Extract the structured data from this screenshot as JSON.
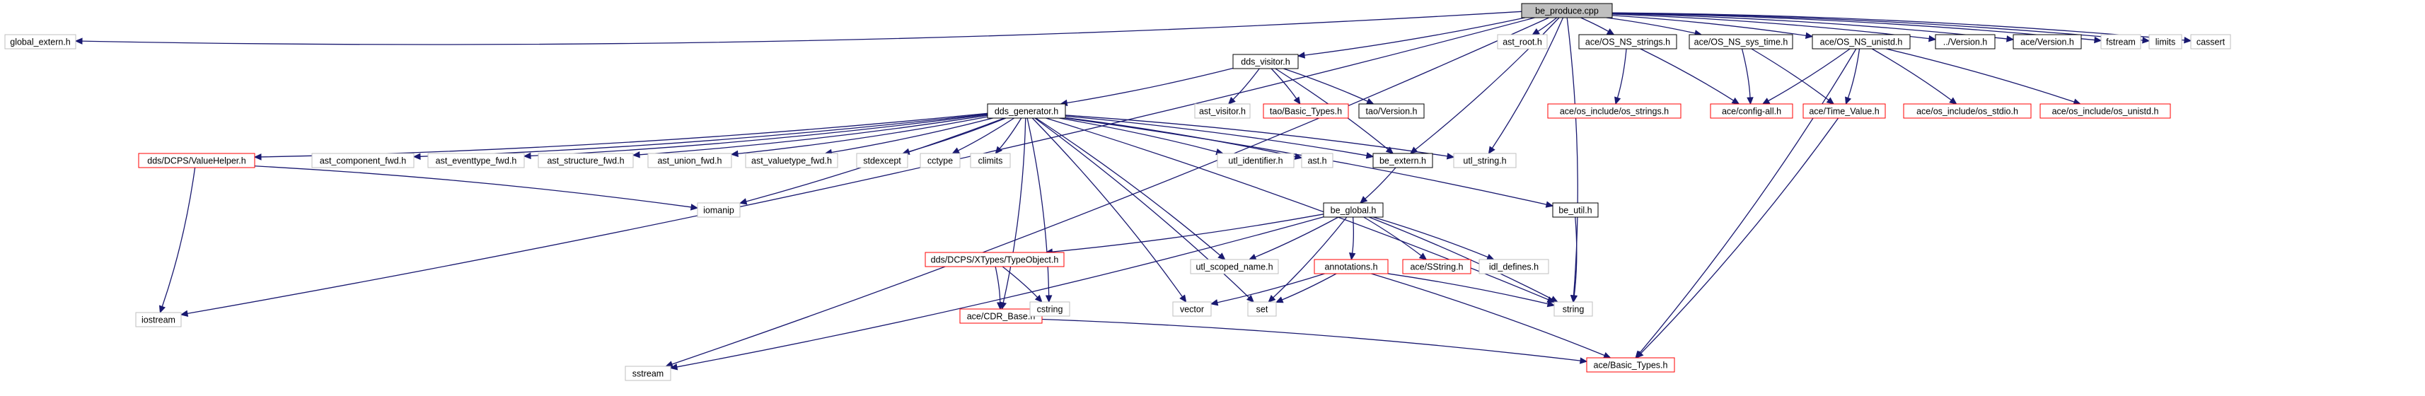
{
  "graph": {
    "title": "be_produce.cpp",
    "colors": {
      "edge": "#191970",
      "root_fill": "#bfbfbf",
      "border_black": "#000000",
      "border_red": "#ff0000",
      "border_gray": "#bfbfbf"
    },
    "nodes": [
      {
        "id": "root",
        "label": "be_produce.cpp",
        "style": "root"
      },
      {
        "id": "global_extern",
        "label": "global_extern.h",
        "style": "gray"
      },
      {
        "id": "iostream",
        "label": "iostream",
        "style": "gray"
      },
      {
        "id": "sstream",
        "label": "sstream",
        "style": "gray"
      },
      {
        "id": "dds_visitor",
        "label": "dds_visitor.h",
        "style": "black"
      },
      {
        "id": "ast_root",
        "label": "ast_root.h",
        "style": "gray"
      },
      {
        "id": "os_ns_strings",
        "label": "ace/OS_NS_strings.h",
        "style": "black"
      },
      {
        "id": "os_ns_sys_time",
        "label": "ace/OS_NS_sys_time.h",
        "style": "black"
      },
      {
        "id": "os_ns_unistd",
        "label": "ace/OS_NS_unistd.h",
        "style": "black"
      },
      {
        "id": "dotdot_version",
        "label": "../Version.h",
        "style": "black"
      },
      {
        "id": "ace_version",
        "label": "ace/Version.h",
        "style": "black"
      },
      {
        "id": "fstream",
        "label": "fstream",
        "style": "gray"
      },
      {
        "id": "limits",
        "label": "limits",
        "style": "gray"
      },
      {
        "id": "cassert",
        "label": "cassert",
        "style": "gray"
      },
      {
        "id": "dds_generator",
        "label": "dds_generator.h",
        "style": "black"
      },
      {
        "id": "ast_visitor",
        "label": "ast_visitor.h",
        "style": "gray"
      },
      {
        "id": "tao_basic_types",
        "label": "tao/Basic_Types.h",
        "style": "red"
      },
      {
        "id": "tao_version",
        "label": "tao/Version.h",
        "style": "black"
      },
      {
        "id": "os_include_strings",
        "label": "ace/os_include/os_strings.h",
        "style": "red"
      },
      {
        "id": "config_all",
        "label": "ace/config-all.h",
        "style": "red"
      },
      {
        "id": "time_value",
        "label": "ace/Time_Value.h",
        "style": "red"
      },
      {
        "id": "os_include_stdio",
        "label": "ace/os_include/os_stdio.h",
        "style": "red"
      },
      {
        "id": "os_include_unistd",
        "label": "ace/os_include/os_unistd.h",
        "style": "red"
      },
      {
        "id": "valuehelper",
        "label": "dds/DCPS/ValueHelper.h",
        "style": "red"
      },
      {
        "id": "ast_component_fwd",
        "label": "ast_component_fwd.h",
        "style": "gray"
      },
      {
        "id": "ast_eventtype_fwd",
        "label": "ast_eventtype_fwd.h",
        "style": "gray"
      },
      {
        "id": "ast_structure_fwd",
        "label": "ast_structure_fwd.h",
        "style": "gray"
      },
      {
        "id": "ast_union_fwd",
        "label": "ast_union_fwd.h",
        "style": "gray"
      },
      {
        "id": "ast_valuetype_fwd",
        "label": "ast_valuetype_fwd.h",
        "style": "gray"
      },
      {
        "id": "stdexcept",
        "label": "stdexcept",
        "style": "gray"
      },
      {
        "id": "cctype",
        "label": "cctype",
        "style": "gray"
      },
      {
        "id": "climits",
        "label": "climits",
        "style": "gray"
      },
      {
        "id": "utl_identifier",
        "label": "utl_identifier.h",
        "style": "gray"
      },
      {
        "id": "ast_h",
        "label": "ast.h",
        "style": "gray"
      },
      {
        "id": "be_extern",
        "label": "be_extern.h",
        "style": "black"
      },
      {
        "id": "utl_string",
        "label": "utl_string.h",
        "style": "gray"
      },
      {
        "id": "iomanip",
        "label": "iomanip",
        "style": "gray"
      },
      {
        "id": "be_util",
        "label": "be_util.h",
        "style": "black"
      },
      {
        "id": "be_global",
        "label": "be_global.h",
        "style": "black"
      },
      {
        "id": "typeobject",
        "label": "dds/DCPS/XTypes/TypeObject.h",
        "style": "red"
      },
      {
        "id": "utl_scoped_name",
        "label": "utl_scoped_name.h",
        "style": "gray"
      },
      {
        "id": "annotations",
        "label": "annotations.h",
        "style": "red"
      },
      {
        "id": "sstring",
        "label": "ace/SString.h",
        "style": "red"
      },
      {
        "id": "idl_defines",
        "label": "idl_defines.h",
        "style": "gray"
      },
      {
        "id": "string",
        "label": "string",
        "style": "gray"
      },
      {
        "id": "cdr_base",
        "label": "ace/CDR_Base.h",
        "style": "red"
      },
      {
        "id": "cstring",
        "label": "cstring",
        "style": "gray"
      },
      {
        "id": "vector",
        "label": "vector",
        "style": "gray"
      },
      {
        "id": "set",
        "label": "set",
        "style": "gray"
      },
      {
        "id": "ace_basic_types",
        "label": "ace/Basic_Types.h",
        "style": "red"
      }
    ],
    "edges": [
      [
        "root",
        "global_extern"
      ],
      [
        "root",
        "iostream"
      ],
      [
        "root",
        "sstream"
      ],
      [
        "root",
        "dds_visitor"
      ],
      [
        "root",
        "be_extern"
      ],
      [
        "root",
        "string"
      ],
      [
        "root",
        "ast_root"
      ],
      [
        "root",
        "os_ns_strings"
      ],
      [
        "root",
        "os_ns_sys_time"
      ],
      [
        "root",
        "os_ns_unistd"
      ],
      [
        "root",
        "dotdot_version"
      ],
      [
        "root",
        "ace_version"
      ],
      [
        "root",
        "fstream"
      ],
      [
        "root",
        "limits"
      ],
      [
        "root",
        "cassert"
      ],
      [
        "root",
        "utl_string"
      ],
      [
        "dds_visitor",
        "dds_generator"
      ],
      [
        "dds_visitor",
        "ast_visitor"
      ],
      [
        "dds_visitor",
        "tao_basic_types"
      ],
      [
        "dds_visitor",
        "tao_version"
      ],
      [
        "dds_visitor",
        "be_extern"
      ],
      [
        "os_ns_strings",
        "os_include_strings"
      ],
      [
        "os_ns_strings",
        "config_all"
      ],
      [
        "os_ns_sys_time",
        "config_all"
      ],
      [
        "os_ns_sys_time",
        "time_value"
      ],
      [
        "os_ns_unistd",
        "config_all"
      ],
      [
        "os_ns_unistd",
        "time_value"
      ],
      [
        "os_ns_unistd",
        "os_include_stdio"
      ],
      [
        "os_ns_unistd",
        "os_include_unistd"
      ],
      [
        "os_ns_unistd",
        "ace_basic_types"
      ],
      [
        "dds_generator",
        "valuehelper"
      ],
      [
        "dds_generator",
        "ast_component_fwd"
      ],
      [
        "dds_generator",
        "ast_eventtype_fwd"
      ],
      [
        "dds_generator",
        "ast_structure_fwd"
      ],
      [
        "dds_generator",
        "ast_union_fwd"
      ],
      [
        "dds_generator",
        "ast_valuetype_fwd"
      ],
      [
        "dds_generator",
        "stdexcept"
      ],
      [
        "dds_generator",
        "cctype"
      ],
      [
        "dds_generator",
        "climits"
      ],
      [
        "dds_generator",
        "utl_identifier"
      ],
      [
        "dds_generator",
        "ast_h"
      ],
      [
        "dds_generator",
        "be_extern"
      ],
      [
        "dds_generator",
        "utl_string"
      ],
      [
        "dds_generator",
        "be_util"
      ],
      [
        "dds_generator",
        "iomanip"
      ],
      [
        "dds_generator",
        "cdr_base"
      ],
      [
        "dds_generator",
        "cstring"
      ],
      [
        "dds_generator",
        "vector"
      ],
      [
        "dds_generator",
        "set"
      ],
      [
        "dds_generator",
        "utl_scoped_name"
      ],
      [
        "dds_generator",
        "string"
      ],
      [
        "valuehelper",
        "iostream"
      ],
      [
        "valuehelper",
        "iomanip"
      ],
      [
        "be_extern",
        "be_global"
      ],
      [
        "be_util",
        "string"
      ],
      [
        "be_global",
        "sstream"
      ],
      [
        "be_global",
        "typeobject"
      ],
      [
        "be_global",
        "utl_scoped_name"
      ],
      [
        "be_global",
        "set"
      ],
      [
        "be_global",
        "annotations"
      ],
      [
        "be_global",
        "sstring"
      ],
      [
        "be_global",
        "idl_defines"
      ],
      [
        "be_global",
        "string"
      ],
      [
        "typeobject",
        "cdr_base"
      ],
      [
        "typeobject",
        "cstring"
      ],
      [
        "annotations",
        "vector"
      ],
      [
        "annotations",
        "set"
      ],
      [
        "annotations",
        "string"
      ],
      [
        "annotations",
        "ace_basic_types"
      ],
      [
        "cdr_base",
        "ace_basic_types"
      ],
      [
        "time_value",
        "ace_basic_types"
      ]
    ]
  }
}
